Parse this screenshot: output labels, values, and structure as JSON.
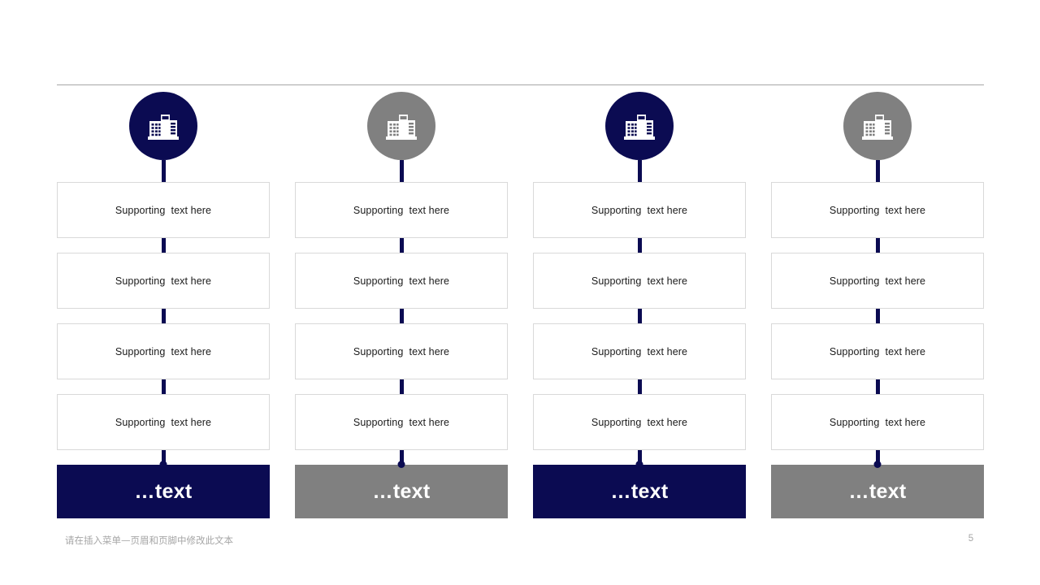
{
  "slide": {
    "page_number": "5",
    "footer_text": "请在插入菜单—页眉和页脚中修改此文本",
    "colors": {
      "navy": "#0b0b52",
      "gray": "#808080",
      "box_border": "#d9d9d9",
      "rule": "#a6a6a6",
      "footer": "#a6a6a6",
      "text": "#1a1a1a",
      "bar_label": "#ffffff"
    },
    "columns": [
      {
        "icon": "building-icon",
        "accent": "navy",
        "items": [
          "Supporting  text here",
          "Supporting  text here",
          "Supporting  text here",
          "Supporting  text here"
        ],
        "bar_label": "…text"
      },
      {
        "icon": "building-icon",
        "accent": "gray",
        "items": [
          "Supporting  text here",
          "Supporting  text here",
          "Supporting  text here",
          "Supporting  text here"
        ],
        "bar_label": "…text"
      },
      {
        "icon": "building-icon",
        "accent": "navy",
        "items": [
          "Supporting  text here",
          "Supporting  text here",
          "Supporting  text here",
          "Supporting  text here"
        ],
        "bar_label": "…text"
      },
      {
        "icon": "building-icon",
        "accent": "gray",
        "items": [
          "Supporting  text here",
          "Supporting  text here",
          "Supporting  text here",
          "Supporting  text here"
        ],
        "bar_label": "…text"
      }
    ]
  }
}
